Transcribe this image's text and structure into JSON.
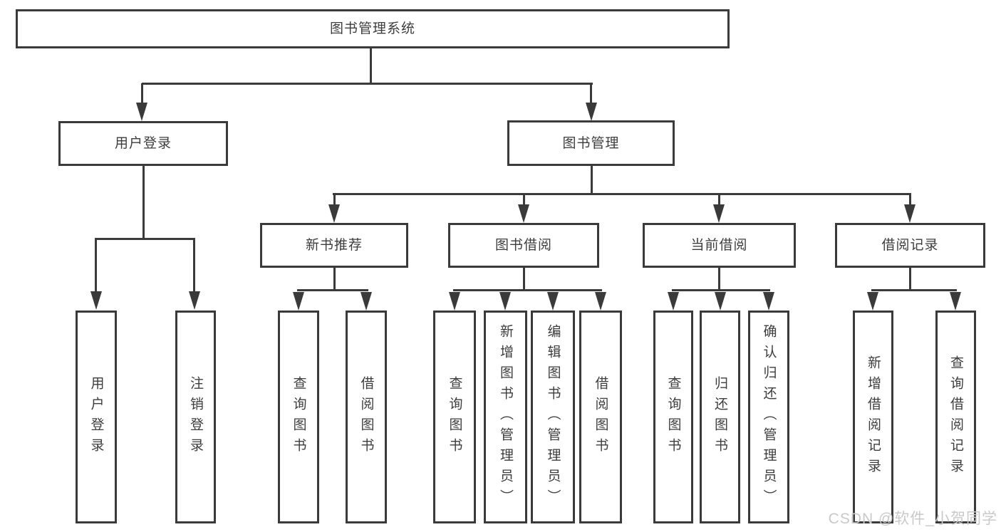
{
  "colors": {
    "line": "#3a3a3a",
    "text": "#3d3d3d",
    "box_bg": "#ffffff",
    "watermark": "#c9c9c9",
    "page_bg": "#ffffff"
  },
  "root": {
    "label": "图书管理系统"
  },
  "branches": [
    {
      "label": "用户登录",
      "children": [
        {
          "label": "用户登录"
        },
        {
          "label": "注销登录"
        }
      ]
    },
    {
      "label": "图书管理",
      "children": [
        {
          "label": "新书推荐",
          "children": [
            {
              "label": "查询图书"
            },
            {
              "label": "借阅图书"
            }
          ]
        },
        {
          "label": "图书借阅",
          "children": [
            {
              "label": "查询图书"
            },
            {
              "label": "新增图书（管理员）"
            },
            {
              "label": "编辑图书（管理员）"
            },
            {
              "label": "借阅图书"
            }
          ]
        },
        {
          "label": "当前借阅",
          "children": [
            {
              "label": "查询图书"
            },
            {
              "label": "归还图书"
            },
            {
              "label": "确认归还（管理员）"
            }
          ]
        },
        {
          "label": "借阅记录",
          "children": [
            {
              "label": "新增借阅记录"
            },
            {
              "label": "查询借阅记录"
            }
          ]
        }
      ]
    }
  ],
  "watermark": {
    "text": "CSDN @软件_小贺同学"
  }
}
